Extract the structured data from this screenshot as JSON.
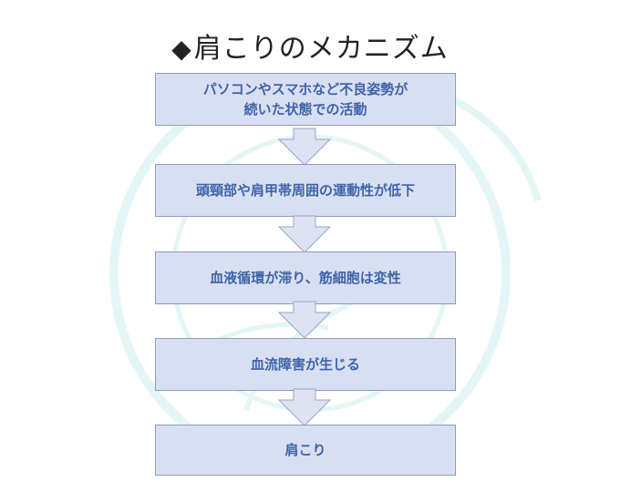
{
  "title": {
    "marker": "◆",
    "text": "肩こりのメカニズム"
  },
  "steps": [
    {
      "line1": "パソコンやスマホなど不良姿勢が",
      "line2": "続いた状態での活動"
    },
    {
      "text": "頭頸部や肩甲帯周囲の運動性が低下"
    },
    {
      "text": "血液循環が滞り、筋細胞は変性"
    },
    {
      "text": "血流障害が生じる"
    },
    {
      "text": "肩こり"
    }
  ],
  "colors": {
    "box_fill": "#d9dff2",
    "box_border": "#8e9bbd",
    "box_text": "#3e64a8",
    "arrow_fill": "#dde3f3",
    "arrow_border": "#9aa6c6",
    "watermark": "#dff3f3"
  }
}
